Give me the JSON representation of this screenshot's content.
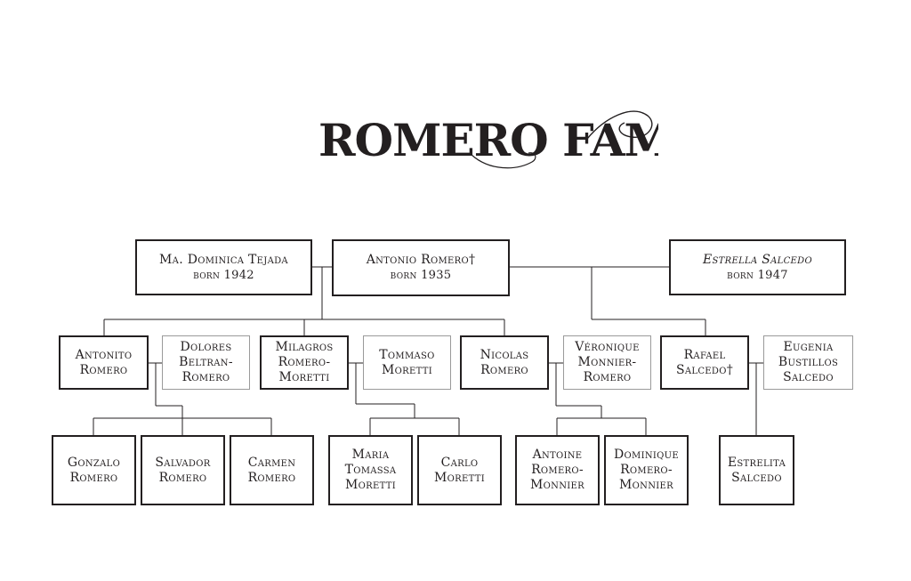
{
  "title": "Romero Family",
  "colors": {
    "ink": "#231f20",
    "spouse_border": "#9a9a9a",
    "background": "#ffffff"
  },
  "generation_1": {
    "dominica": {
      "name": "Ma. Dominica Tejada",
      "born": "born 1942"
    },
    "antonio": {
      "name": "Antonio Romero†",
      "born": "born 1935"
    },
    "estrella": {
      "name": "Estrella Salcedo",
      "born": "born 1947"
    }
  },
  "generation_2": {
    "antonito": {
      "name": "Antonito Romero"
    },
    "dolores": {
      "name": "Dolores Beltran-Romero"
    },
    "milagros": {
      "name": "Milagros Romero-Moretti"
    },
    "tommaso": {
      "name": "Tommaso Moretti"
    },
    "nicolas": {
      "name": "Nicolas Romero"
    },
    "veronique": {
      "name": "Véronique Monnier-Romero"
    },
    "rafael": {
      "name": "Rafael Salcedo†"
    },
    "eugenia": {
      "name": "Eugenia Bustillos Salcedo"
    }
  },
  "generation_3": {
    "gonzalo": {
      "name": "Gonzalo Romero"
    },
    "salvador": {
      "name": "Salvador Romero"
    },
    "carmen": {
      "name": "Carmen Romero"
    },
    "maria": {
      "name": "Maria Tomassa Moretti"
    },
    "carlo": {
      "name": "Carlo Moretti"
    },
    "antoine": {
      "name": "Antoine Romero-Monnier"
    },
    "dominique": {
      "name": "Dominique Romero-Monnier"
    },
    "estrelita": {
      "name": "Estrelita Salcedo"
    }
  }
}
